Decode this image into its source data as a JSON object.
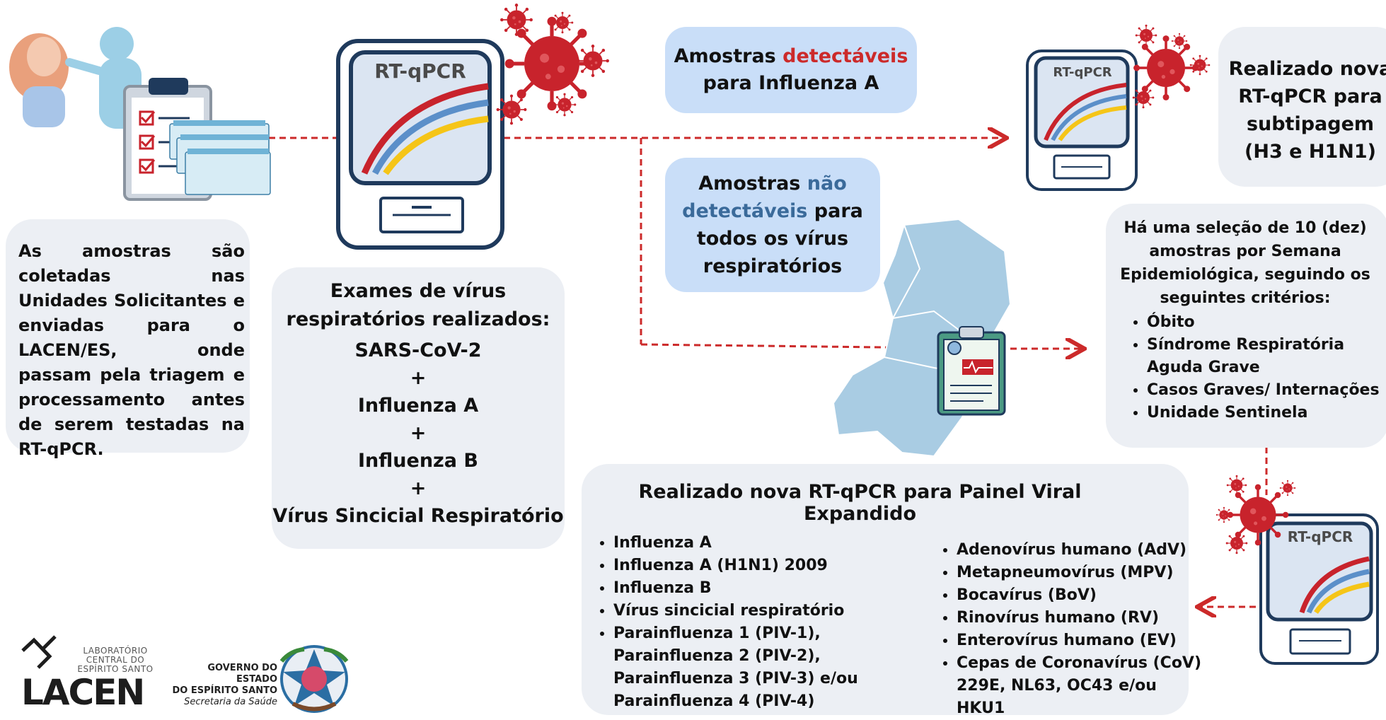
{
  "intro": {
    "text": "As amostras são coletadas nas Unidades Solicitantes e enviadas para o LACEN/ES, onde passam pela triagem e processamento antes de serem testadas na RT-qPCR."
  },
  "machine_label": "RT-qPCR",
  "exams": {
    "title_line1": "Exames de vírus",
    "title_line2": "respiratórios realizados:",
    "items": [
      "SARS-CoV-2",
      "+",
      "Influenza A",
      "+",
      "Influenza B",
      "+",
      "Vírus Sincicial Respiratório"
    ]
  },
  "detectable": {
    "prefix": "Amostras ",
    "highlight": "detectáveis",
    "line2": "para Influenza A"
  },
  "not_detectable": {
    "prefix": "Amostras ",
    "highlight_1": "não",
    "highlight_2": "detectáveis",
    "suffix": " para",
    "line3": "todos os vírus",
    "line4": "respiratórios"
  },
  "subtype": {
    "line1": "Realizado nova",
    "line2": "RT-qPCR para",
    "line3": "subtipagem",
    "line4": "(H3 e H1N1)"
  },
  "selection": {
    "title": "Há uma seleção de 10 (dez) amostras por Semana Epidemiológica, seguindo os seguintes critérios:",
    "criteria": [
      "Óbito",
      "Síndrome Respiratória Aguda Grave",
      "Casos Graves/ Internações",
      "Unidade Sentinela"
    ]
  },
  "panel": {
    "title": "Realizado nova RT-qPCR para Painel Viral Expandido",
    "left": [
      "Influenza A",
      "Influenza A (H1N1) 2009",
      "Influenza B",
      " Vírus sincicial respiratório",
      " Parainfluenza 1 (PIV-1), Parainfluenza 2 (PIV-2), Parainfluenza 3 (PIV-3) e/ou Parainfluenza 4 (PIV-4)"
    ],
    "right": [
      "Adenovírus humano (AdV)",
      "Metapneumovírus (MPV)",
      "Bocavírus (BoV)",
      "Rinovírus humano (RV)",
      "Enterovírus humano (EV)",
      "Cepas de Coronavírus (CoV) 229E, NL63, OC43 e/ou HKU1"
    ]
  },
  "logos": {
    "lacen_small": "LABORATÓRIO CENTRAL DO ESPÍRITO SANTO",
    "lacen_big": "LACEN",
    "gov_line1": "GOVERNO DO ESTADO",
    "gov_line2": "DO ESPÍRITO SANTO",
    "gov_line3": "Secretaria da Saúde"
  },
  "colors": {
    "red": "#cc2a2a",
    "dark_blue": "#3a6a9a",
    "box_gray": "#eceff4",
    "box_blue": "#c9def8",
    "machine_frame": "#1f3a5c",
    "map_blue": "#a9cce3"
  }
}
